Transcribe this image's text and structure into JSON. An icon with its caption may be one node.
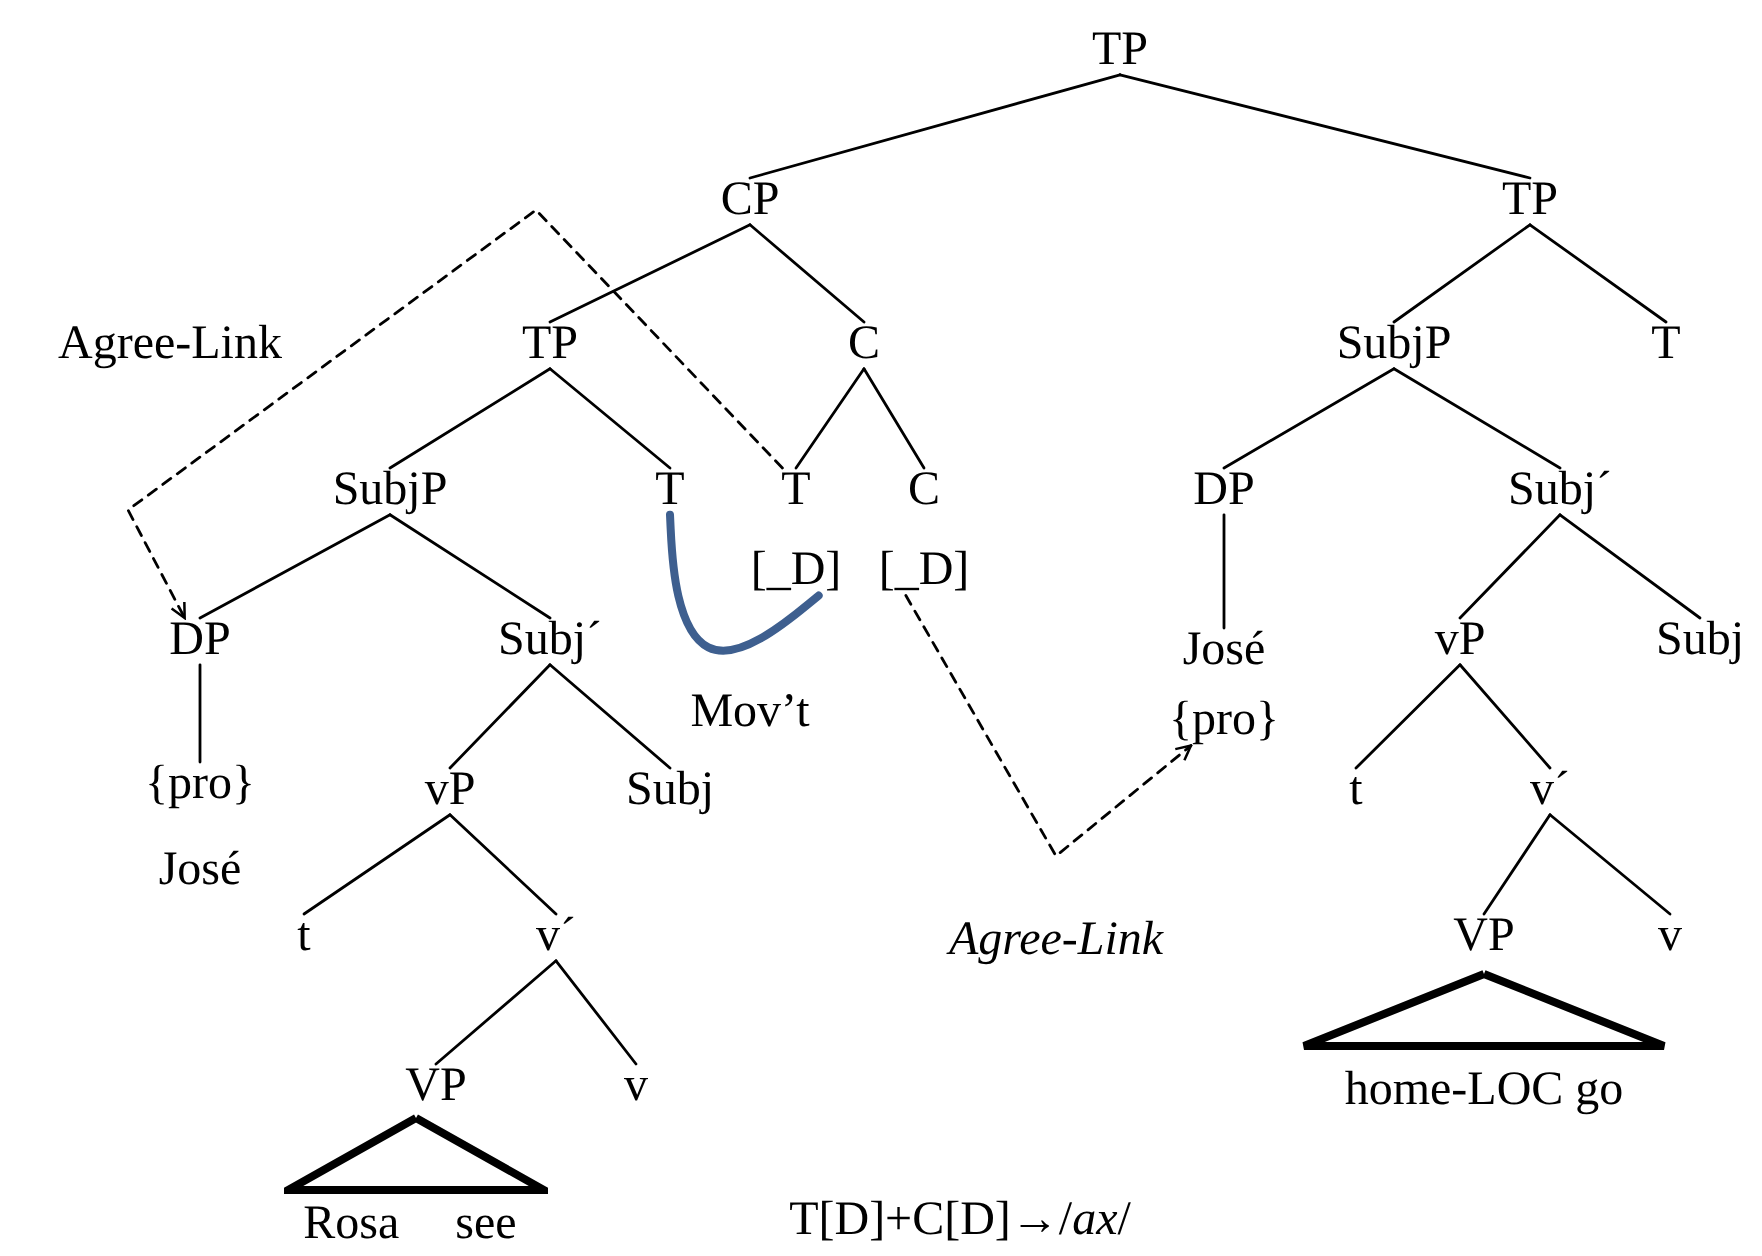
{
  "diagram": {
    "nodes": [
      {
        "text": [
          "TP"
        ]
      },
      {
        "text": [
          "CP"
        ]
      },
      {
        "text": [
          "TP"
        ]
      },
      {
        "text": [
          "TP"
        ]
      },
      {
        "text": [
          "C"
        ]
      },
      {
        "text": [
          "SubjP"
        ]
      },
      {
        "text": [
          "T"
        ]
      },
      {
        "text": [
          "SubjP"
        ]
      },
      {
        "text": [
          "T"
        ]
      },
      {
        "text": [
          "T",
          "[_D]"
        ]
      },
      {
        "text": [
          "C",
          "[_D]"
        ]
      },
      {
        "text": [
          "DP"
        ]
      },
      {
        "text": [
          "Subj´"
        ]
      },
      {
        "text": [
          "DP"
        ]
      },
      {
        "text": [
          "Subj´"
        ]
      },
      {
        "text": [
          "José",
          "{pro}"
        ]
      },
      {
        "text": [
          "vP"
        ]
      },
      {
        "text": [
          "Subj"
        ]
      },
      {
        "text": [
          "{pro}",
          "José"
        ]
      },
      {
        "text": [
          "vP"
        ]
      },
      {
        "text": [
          "Subj"
        ]
      },
      {
        "text": [
          "t"
        ]
      },
      {
        "text": [
          "v´"
        ]
      },
      {
        "text": [
          "t"
        ]
      },
      {
        "text": [
          "v´"
        ]
      },
      {
        "text": [
          "VP"
        ]
      },
      {
        "text": [
          "v"
        ]
      },
      {
        "text": [
          "VP"
        ]
      },
      {
        "text": [
          "v"
        ]
      },
      {
        "text": [],
        "shape": "triangle"
      },
      {
        "text": [
          "home-LOC go"
        ]
      },
      {
        "text": [],
        "shape": "triangle"
      },
      {
        "text": [
          "Rosa see"
        ]
      }
    ],
    "edges": [
      {
        "from": 0,
        "to": 1,
        "arrow": "none"
      },
      {
        "from": 0,
        "to": 2,
        "arrow": "none"
      },
      {
        "from": 1,
        "to": 3,
        "arrow": "none"
      },
      {
        "from": 1,
        "to": 4,
        "arrow": "none"
      },
      {
        "from": 3,
        "to": 7,
        "arrow": "none"
      },
      {
        "from": 3,
        "to": 8,
        "arrow": "none"
      },
      {
        "from": 4,
        "to": 9,
        "arrow": "none"
      },
      {
        "from": 4,
        "to": 10,
        "arrow": "none"
      },
      {
        "from": 2,
        "to": 5,
        "arrow": "none"
      },
      {
        "from": 2,
        "to": 6,
        "arrow": "none"
      },
      {
        "from": 5,
        "to": 11,
        "arrow": "none"
      },
      {
        "from": 5,
        "to": 12,
        "arrow": "none"
      },
      {
        "from": 7,
        "to": 13,
        "arrow": "none"
      },
      {
        "from": 7,
        "to": 14,
        "arrow": "none"
      },
      {
        "from": 13,
        "to": 18,
        "arrow": "none"
      },
      {
        "from": 14,
        "to": 19,
        "arrow": "none"
      },
      {
        "from": 14,
        "to": 20,
        "arrow": "none"
      },
      {
        "from": 19,
        "to": 23,
        "arrow": "none"
      },
      {
        "from": 19,
        "to": 24,
        "arrow": "none"
      },
      {
        "from": 24,
        "to": 27,
        "arrow": "none"
      },
      {
        "from": 24,
        "to": 28,
        "arrow": "none"
      },
      {
        "from": 11,
        "to": 15,
        "arrow": "none"
      },
      {
        "from": 12,
        "to": 16,
        "arrow": "none"
      },
      {
        "from": 12,
        "to": 17,
        "arrow": "none"
      },
      {
        "from": 16,
        "to": 21,
        "arrow": "none"
      },
      {
        "from": 16,
        "to": 22,
        "arrow": "none"
      },
      {
        "from": 22,
        "to": 25,
        "arrow": "none"
      },
      {
        "from": 22,
        "to": 26,
        "arrow": "none"
      },
      {
        "from": 9,
        "to": 13,
        "arrow": "to",
        "style": "dashed",
        "label": "Agree-Link"
      },
      {
        "from": 10,
        "to": 15,
        "arrow": "to",
        "style": "dashed",
        "label": "Agree-Link"
      },
      {
        "from": 8,
        "to": 9,
        "arrow": "none",
        "style": "thick",
        "color": "#3e5f8f",
        "label": "Mov’t"
      }
    ],
    "labels": [
      "T[D]+C[D]→/*ax*/"
    ]
  }
}
